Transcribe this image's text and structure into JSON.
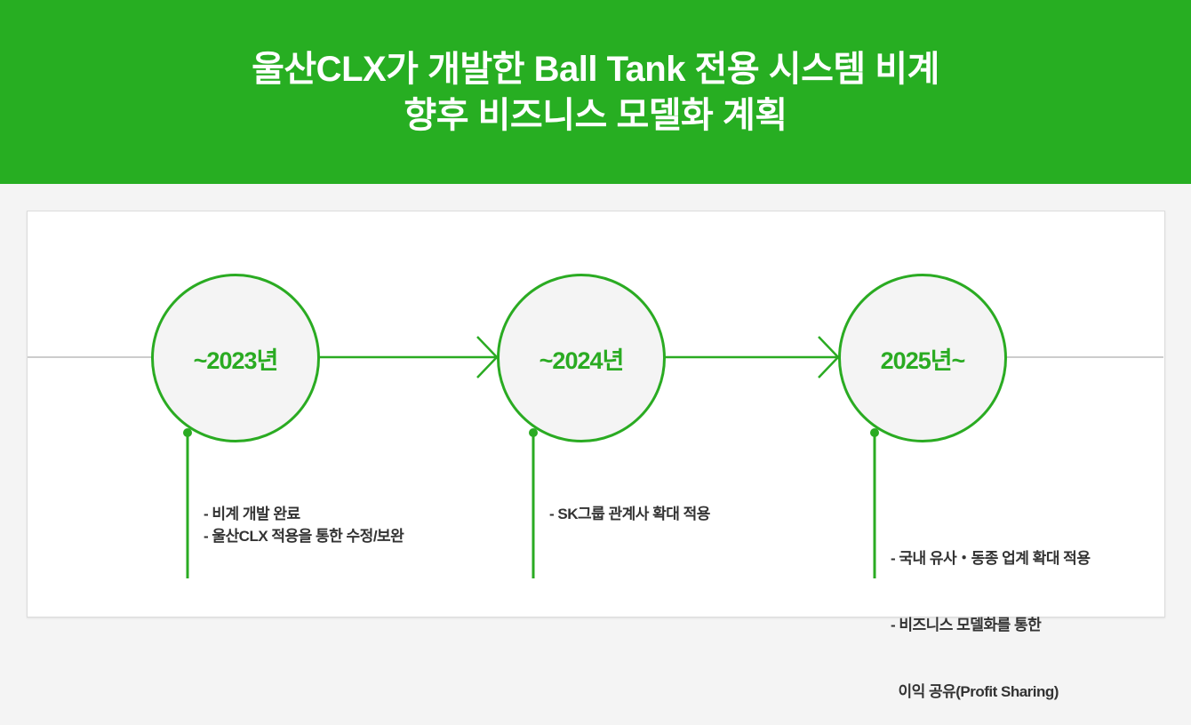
{
  "header": {
    "title_line1": "울산CLX가 개발한 Ball Tank 전용 시스템 비계",
    "title_line2": "향후 비즈니스 모델화 계획"
  },
  "colors": {
    "accent": "#27ae22",
    "line": "#cccccc",
    "text": "#333333"
  },
  "stages": [
    {
      "label": "~2023년",
      "items": [
        "- 비계 개발 완료",
        "- 울산CLX 적용을 통한 수정/보완"
      ]
    },
    {
      "label": "~2024년",
      "items": [
        "- SK그룹 관계사 확대 적용"
      ]
    },
    {
      "label": "2025년~",
      "items": [
        "- 국내 유사・동종 업계 확대 적용",
        "- 비즈니스 모델화를 통한",
        "  이익 공유(Profit Sharing)"
      ]
    }
  ]
}
